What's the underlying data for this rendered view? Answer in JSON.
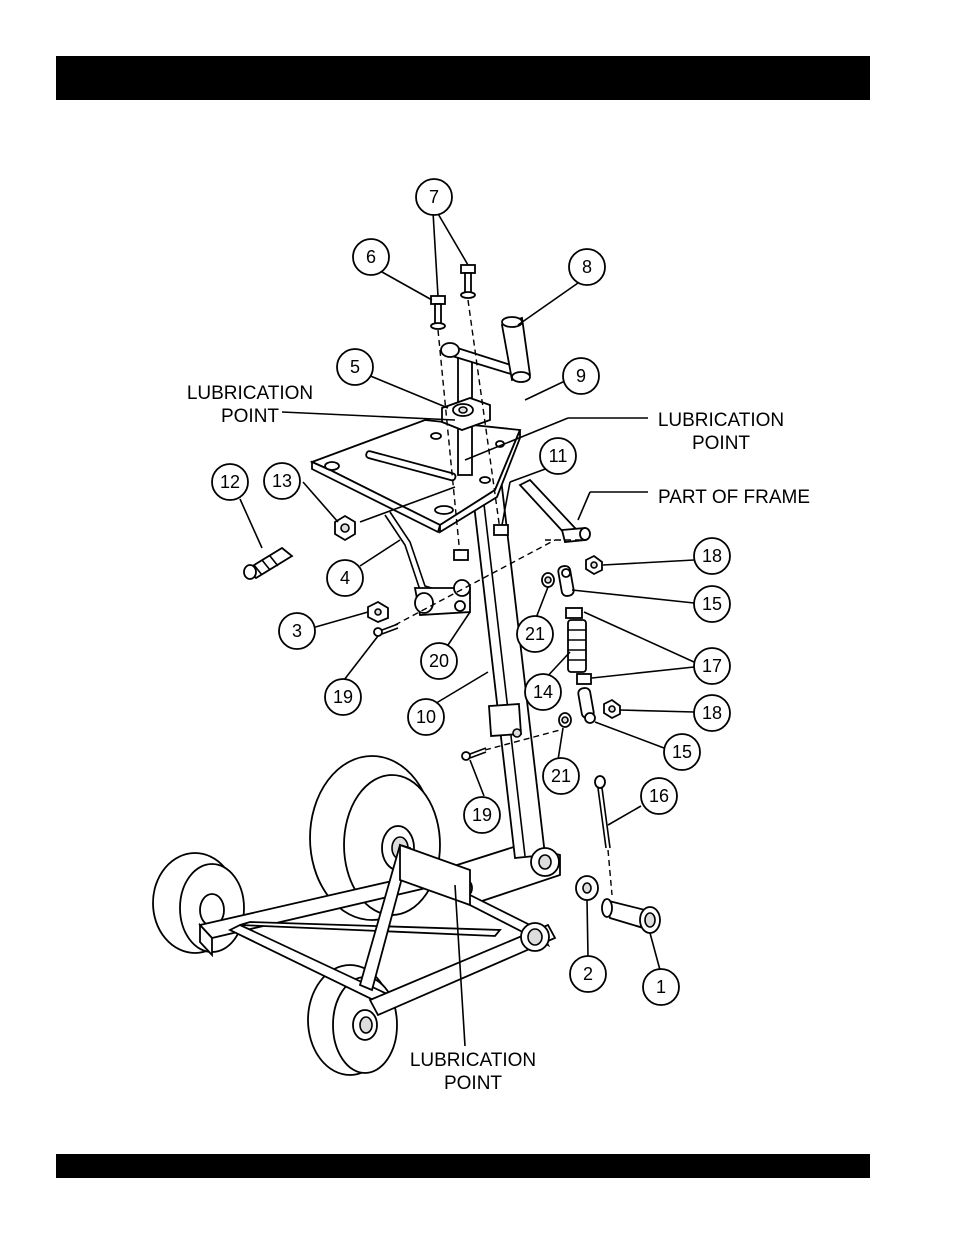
{
  "labels": {
    "lub_left_1": "LUBRICATION",
    "lub_left_2": "POINT",
    "lub_right_1": "LUBRICATION",
    "lub_right_2": "POINT",
    "part_of_frame": "PART OF FRAME",
    "lub_bottom_1": "LUBRICATION",
    "lub_bottom_2": "POINT"
  },
  "callouts": {
    "c1": "1",
    "c2": "2",
    "c3": "3",
    "c4": "4",
    "c5": "5",
    "c6": "6",
    "c7": "7",
    "c8": "8",
    "c9": "9",
    "c10": "10",
    "c11": "11",
    "c12": "12",
    "c13": "13",
    "c14": "14",
    "c15a": "15",
    "c15b": "15",
    "c16": "16",
    "c17": "17",
    "c18a": "18",
    "c18b": "18",
    "c19a": "19",
    "c19b": "19",
    "c20": "20",
    "c21a": "21",
    "c21b": "21"
  }
}
